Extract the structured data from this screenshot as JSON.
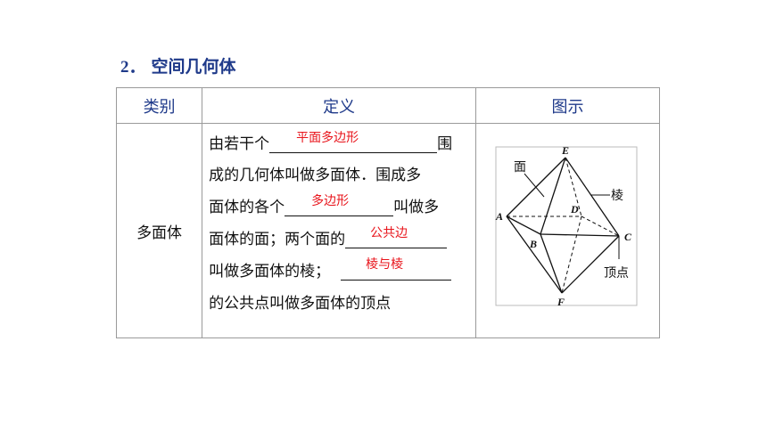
{
  "heading": {
    "number": "2．",
    "title": "空间几何体"
  },
  "table": {
    "headers": [
      "类别",
      "定义",
      "图示"
    ],
    "row": {
      "category": "多面体",
      "definition": {
        "l1_pre": "由若干个",
        "l1_post": "围",
        "l2": "成的几何体叫做多面体．围成多",
        "l3_pre": "面体的各个",
        "l3_post": "叫做多",
        "l4_pre": "面体的面；两个面的",
        "l5_pre": "叫做多面体的棱；",
        "l6": "的公共点叫做多面体的顶点"
      },
      "answers": {
        "a1": "平面多边形",
        "a2": "多边形",
        "a3": "公共边",
        "a4": "棱与棱"
      }
    }
  },
  "figure": {
    "vertices": {
      "A": "A",
      "B": "B",
      "C": "C",
      "D": "D",
      "E": "E",
      "F": "F"
    },
    "labels": {
      "face": "面",
      "edge": "棱",
      "vertex": "顶点"
    }
  }
}
